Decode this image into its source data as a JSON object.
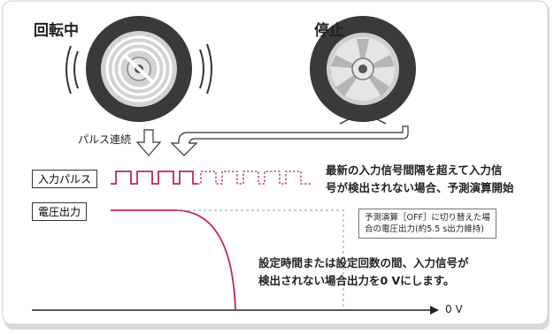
{
  "labels": {
    "rotating": "回転中",
    "stopped": "停止",
    "pulse_continuous": "パルス連続",
    "input_pulse": "入力パルス",
    "voltage_output": "電圧出力",
    "zero_volt": "0 V"
  },
  "messages": {
    "prediction_start_line1": "最新の入力信号間隔を超えて入力信",
    "prediction_start_line2": "号が検出されない場合、予測演算開始",
    "zero_output_line1": "設定時間または設定回数の間、入力信号が",
    "zero_output_line2": "検出されない場合出力を0 Vにします。"
  },
  "note": {
    "line1": "予測演算［OFF］に切り替えた場",
    "line2": "合の電圧出力(約5.5 s出力維持)"
  },
  "colors": {
    "pulse": "#c0245c",
    "tire": "#3a3a3a",
    "hub": "#bdbdbd",
    "frame": "#c8c8c8"
  },
  "icons": [
    "spinning-tire-icon",
    "stopped-tire-icon",
    "down-arrow-icon",
    "curved-arrow-icon",
    "axis-arrow-icon"
  ]
}
